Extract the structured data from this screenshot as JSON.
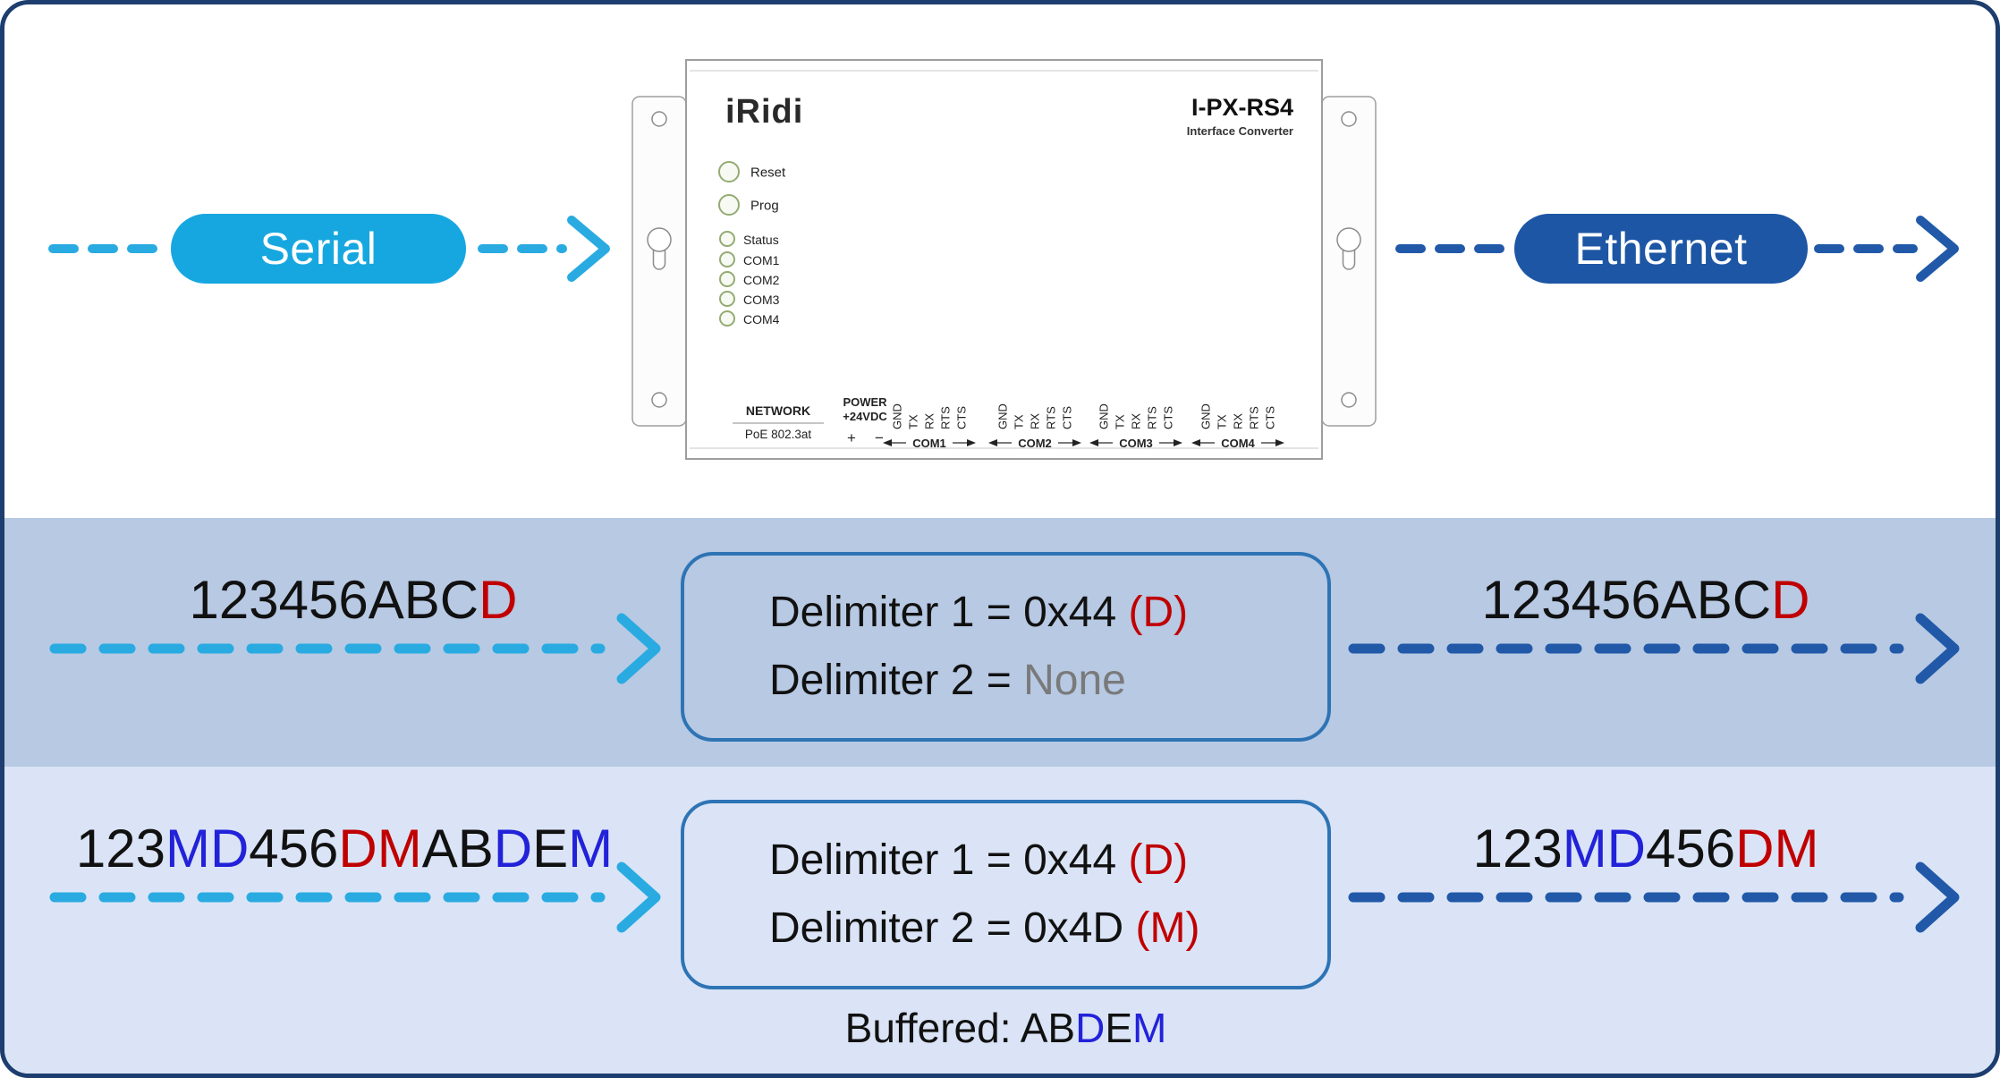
{
  "colors": {
    "border_navy": "#1d3e6e",
    "cyan": "#29abe2",
    "dark_blue": "#2159a8",
    "box_border_blue": "#2e74b5",
    "band_middle": "#b7c9e3",
    "band_bottom": "#dae4f6",
    "red_char": "#c00000",
    "blue_char": "#2222d9",
    "gray_char": "#7a7a7a"
  },
  "labels": {
    "serial": "Serial",
    "ethernet": "Ethernet"
  },
  "device": {
    "brand": "iRidi",
    "model": "I-PX-RS4",
    "subtitle": "Interface Converter",
    "button_labels": [
      "Reset",
      "Prog"
    ],
    "led_labels": [
      "Status",
      "COM1",
      "COM2",
      "COM3",
      "COM4"
    ],
    "network": "NETWORK",
    "poe": "PoE 802.3at",
    "power_line1": "POWER",
    "power_line2": "+24VDC",
    "plus": "+",
    "minus": "−",
    "pins": [
      "GND",
      "TX",
      "RX",
      "RTS",
      "CTS"
    ],
    "ports": [
      "COM1",
      "COM2",
      "COM3",
      "COM4"
    ]
  },
  "row1": {
    "input": [
      {
        "t": "123456ABC",
        "c": "black"
      },
      {
        "t": "D",
        "c": "red"
      }
    ],
    "line1": [
      {
        "t": "Delimiter 1 = 0x44 ",
        "c": "black"
      },
      {
        "t": "(D)",
        "c": "red"
      }
    ],
    "line2": [
      {
        "t": "Delimiter 2 = ",
        "c": "black"
      },
      {
        "t": "None",
        "c": "gray"
      }
    ],
    "output": [
      {
        "t": "123456ABC",
        "c": "black"
      },
      {
        "t": "D",
        "c": "red"
      }
    ]
  },
  "row2": {
    "input": [
      {
        "t": "123",
        "c": "black"
      },
      {
        "t": "MD",
        "c": "blue"
      },
      {
        "t": "456",
        "c": "black"
      },
      {
        "t": "DM",
        "c": "red"
      },
      {
        "t": "AB",
        "c": "black"
      },
      {
        "t": "D",
        "c": "blue"
      },
      {
        "t": "E",
        "c": "black"
      },
      {
        "t": "M",
        "c": "blue"
      }
    ],
    "line1": [
      {
        "t": "Delimiter 1 = 0x44 ",
        "c": "black"
      },
      {
        "t": "(D)",
        "c": "red"
      }
    ],
    "line2": [
      {
        "t": "Delimiter 2 = 0x4D ",
        "c": "black"
      },
      {
        "t": "(M)",
        "c": "red"
      }
    ],
    "output": [
      {
        "t": "123",
        "c": "black"
      },
      {
        "t": "MD",
        "c": "blue"
      },
      {
        "t": "456",
        "c": "black"
      },
      {
        "t": "DM",
        "c": "red"
      }
    ],
    "buffered": [
      {
        "t": "Buffered: AB",
        "c": "black"
      },
      {
        "t": "D",
        "c": "blue"
      },
      {
        "t": "E",
        "c": "black"
      },
      {
        "t": "M",
        "c": "blue"
      }
    ]
  }
}
